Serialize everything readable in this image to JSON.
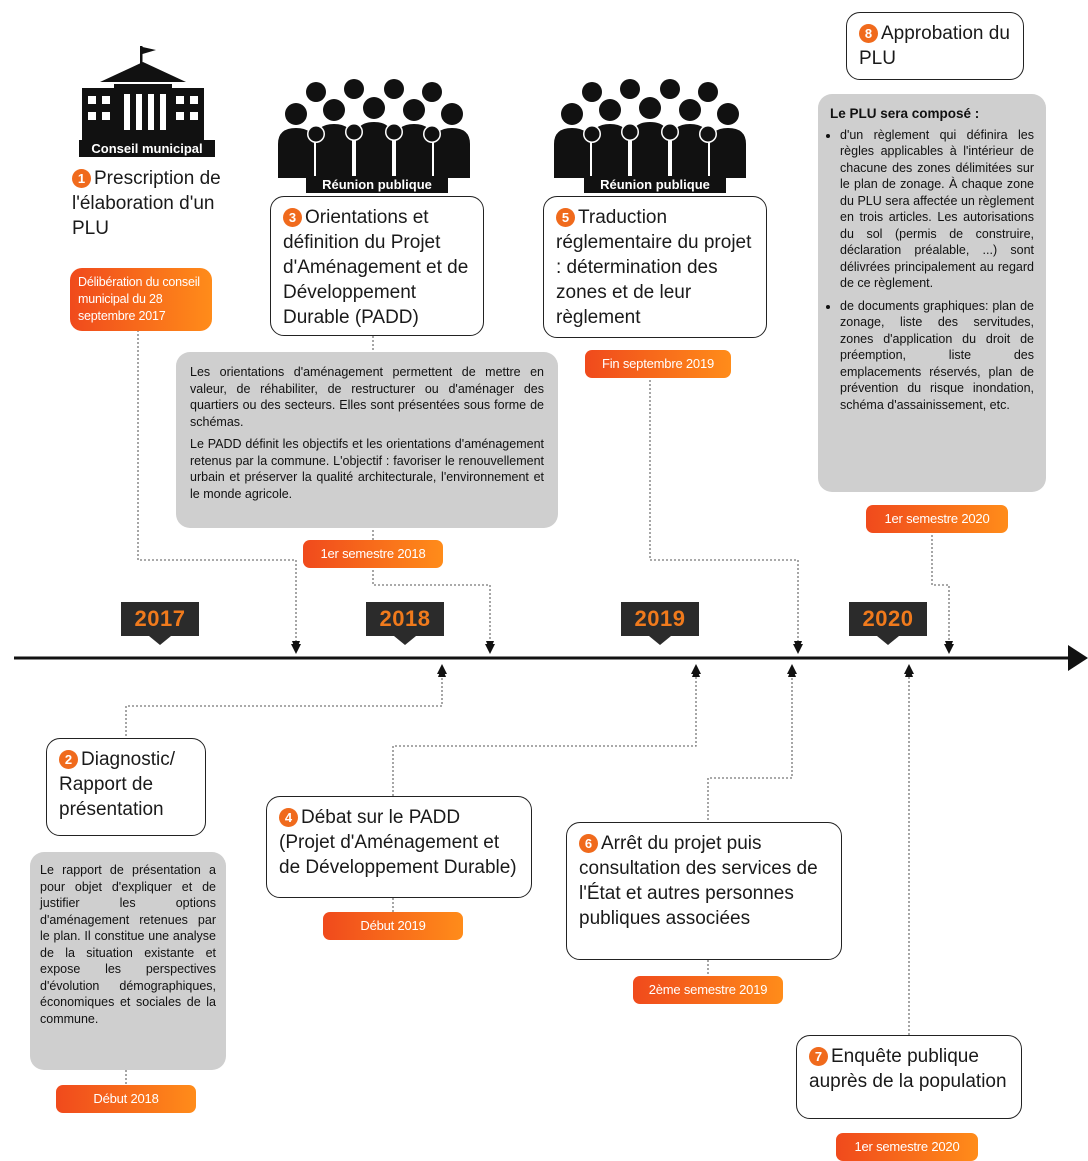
{
  "colors": {
    "accent": "#f06a1c",
    "dark": "#2b2b2b",
    "grey": "#cfcfcf"
  },
  "icons": {
    "building": "city-hall-icon",
    "crowd": "crowd-icon"
  },
  "timeline": {
    "years": [
      "2017",
      "2018",
      "2019",
      "2020"
    ]
  },
  "steps": {
    "s1": {
      "num": "1",
      "title": "Prescription de l'élaboration d'un PLU",
      "date": "Délibération du conseil municipal du 28 septembre 2017",
      "banner": "Conseil municipal"
    },
    "s2": {
      "num": "2",
      "title": "Diagnostic/ Rapport de présentation",
      "date": "Début 2018",
      "desc": "Le rapport de présentation a pour objet d'expliquer et de justifier les options d'aménagement retenues par le plan. Il constitue une analyse de la situation existante et expose les perspectives d'évolution démographiques, économiques et sociales de la commune."
    },
    "s3": {
      "num": "3",
      "title": "Orientations et définition du Projet d'Aménagement et de Développement Durable (PADD)",
      "date": "1er semestre 2018",
      "banner": "Réunion publique",
      "desc1": "Les orientations d'aménagement permettent de mettre en valeur, de réhabiliter, de restructurer ou d'aménager des quartiers ou des secteurs. Elles sont présentées sous forme de schémas.",
      "desc2": "Le PADD définit les objectifs et les orientations d'aménagement retenus par la commune. L'objectif : favoriser le renouvellement urbain et préserver la qualité architecturale, l'environnement et le monde agricole."
    },
    "s4": {
      "num": "4",
      "title": "Débat sur le PADD (Projet d'Aménagement et de Développement Durable)",
      "date": "Début 2019"
    },
    "s5": {
      "num": "5",
      "title": "Traduction réglementaire du projet : détermination des zones et de leur règlement",
      "date": "Fin septembre 2019",
      "banner": "Réunion publique"
    },
    "s6": {
      "num": "6",
      "title": "Arrêt du projet puis consultation des services de l'État et autres personnes publiques associées",
      "date": "2ème semestre 2019"
    },
    "s7": {
      "num": "7",
      "title": "Enquête publique auprès de la population",
      "date": "1er semestre 2020"
    },
    "s8": {
      "num": "8",
      "title": "Approbation du PLU",
      "date": "1er semestre 2020",
      "head": "Le PLU sera composé :",
      "item1": "d'un règlement qui définira les règles applicables à l'intérieur de chacune des zones délimitées sur le plan de zonage. À chaque zone du PLU sera affectée un règlement en trois articles. Les autorisations du sol (permis de construire, déclaration préalable, ...) sont délivrées principalement au regard de ce règlement.",
      "item2": "de documents graphiques: plan de zonage, liste des servitudes, zones d'application du droit de préemption, liste des emplacements réservés, plan de prévention du risque inondation, schéma d'assainissement, etc."
    }
  }
}
